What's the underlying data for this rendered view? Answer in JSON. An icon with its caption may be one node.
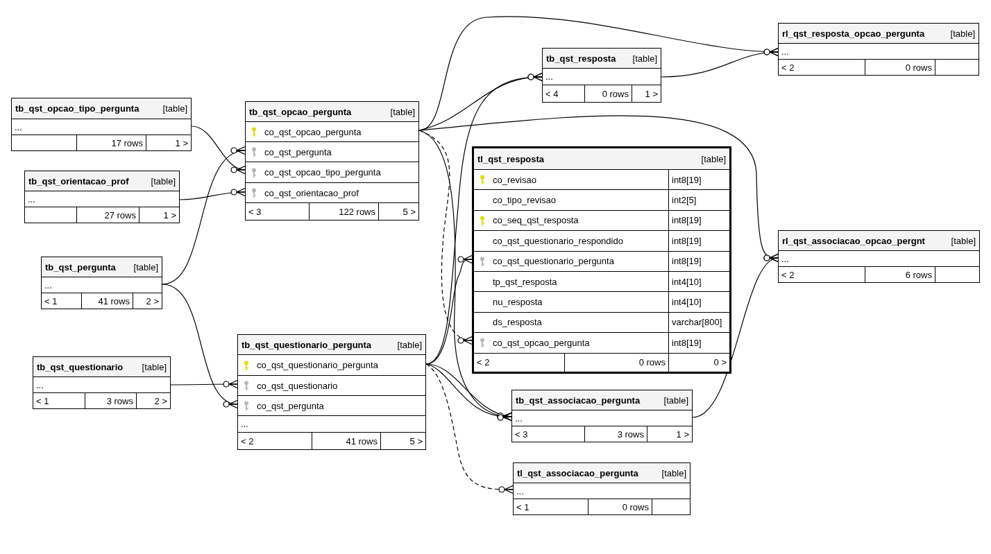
{
  "diagram": {
    "nodes": [
      {
        "text": [
          "tb_qst_opcao_tipo_pergunta",
          "[table]",
          "...",
          "17 rows",
          "1 >"
        ]
      },
      {
        "text": [
          "tb_qst_opcao_pergunta",
          "[table]",
          "co_qst_opcao_pergunta",
          "co_qst_pergunta",
          "co_qst_opcao_tipo_pergunta",
          "co_qst_orientacao_prof",
          "< 3",
          "122 rows",
          "5 >"
        ]
      },
      {
        "text": [
          "tb_qst_orientacao_prof",
          "[table]",
          "...",
          "27 rows",
          "1 >"
        ]
      },
      {
        "text": [
          "tb_qst_pergunta",
          "[table]",
          "...",
          "< 1",
          "41 rows",
          "2 >"
        ]
      },
      {
        "text": [
          "tb_qst_questionario",
          "[table]",
          "...",
          "< 1",
          "3 rows",
          "2 >"
        ]
      },
      {
        "text": [
          "tb_qst_questionario_pergunta",
          "[table]",
          "co_qst_questionario_pergunta",
          "co_qst_questionario",
          "co_qst_pergunta",
          "...",
          "< 2",
          "41 rows",
          "5 >"
        ]
      },
      {
        "text": [
          "tb_qst_resposta",
          "[table]",
          "...",
          "< 4",
          "0 rows",
          "1 >"
        ]
      },
      {
        "text": [
          "tl_qst_resposta",
          "[table]",
          "co_revisao",
          "int8[19]",
          "co_tipo_revisao",
          "int2[5]",
          "co_seq_qst_resposta",
          "int8[19]",
          "co_qst_questionario_respondido",
          "int8[19]",
          "co_qst_questionario_pergunta",
          "int8[19]",
          "tp_qst_resposta",
          "int4[10]",
          "nu_resposta",
          "int4[10]",
          "ds_resposta",
          "varchar[800]",
          "co_qst_opcao_pergunta",
          "int8[19]",
          "< 2",
          "0 rows",
          "0 >"
        ]
      },
      {
        "text": [
          "tb_qst_associacao_pergunta",
          "[table]",
          "...",
          "< 3",
          "3 rows",
          "1 >"
        ]
      },
      {
        "text": [
          "tl_qst_associacao_pergunta",
          "[table]",
          "...",
          "< 1",
          "0 rows"
        ]
      },
      {
        "text": [
          "rl_qst_resposta_opcao_pergunta",
          "[table]",
          "...",
          "< 2",
          "0 rows"
        ]
      },
      {
        "text": [
          "rl_qst_associacao_opcao_pergnt",
          "[table]",
          "...",
          "< 2",
          "6 rows"
        ]
      }
    ],
    "edges": [
      {
        "from": 0,
        "to": 1,
        "arrow": "other"
      },
      {
        "from": 3,
        "to": 1,
        "arrow": "other"
      },
      {
        "from": 2,
        "to": 1,
        "arrow": "other"
      },
      {
        "from": 3,
        "to": 5,
        "arrow": "other"
      },
      {
        "from": 4,
        "to": 5,
        "arrow": "other"
      },
      {
        "from": 1,
        "to": 10,
        "arrow": "other"
      },
      {
        "from": 1,
        "to": 6,
        "arrow": "other"
      },
      {
        "from": 1,
        "to": 11,
        "arrow": "other"
      },
      {
        "from": 1,
        "to": 7,
        "arrow": "other",
        "style": "dashed"
      },
      {
        "from": 1,
        "to": 8,
        "arrow": "other"
      },
      {
        "from": 6,
        "to": 10,
        "arrow": "other"
      },
      {
        "from": 5,
        "to": 6,
        "arrow": "other"
      },
      {
        "from": 5,
        "to": 7,
        "arrow": "other"
      },
      {
        "from": 5,
        "to": 8,
        "arrow": "other"
      },
      {
        "from": 5,
        "to": 8,
        "arrow": "other"
      },
      {
        "from": 5,
        "to": 9,
        "arrow": "other",
        "style": "dashed"
      },
      {
        "from": 8,
        "to": 11,
        "arrow": "other"
      }
    ]
  }
}
